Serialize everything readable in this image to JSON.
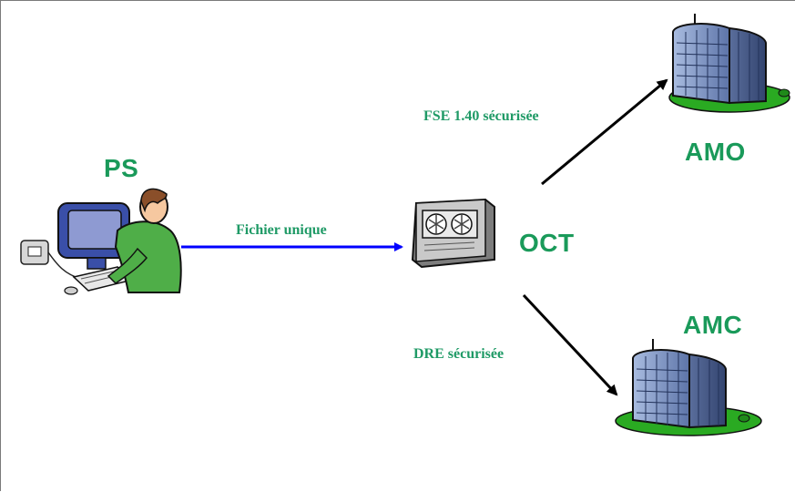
{
  "nodes": {
    "ps": {
      "label": "PS"
    },
    "oct": {
      "label": "OCT"
    },
    "amo": {
      "label": "AMO"
    },
    "amc": {
      "label": "AMC"
    }
  },
  "edges": {
    "ps_to_oct": {
      "label": "Fichier unique",
      "color": "#0000ff"
    },
    "oct_to_amo": {
      "label": "FSE 1.40 sécurisée",
      "color": "#000000"
    },
    "oct_to_amc": {
      "label": "DRE sécurisée",
      "color": "#000000"
    }
  },
  "colors": {
    "label_green": "#1a9a5a",
    "computer": "#3a4fa8",
    "building_glass": "#6f86b8",
    "ground": "#2aaa22"
  }
}
